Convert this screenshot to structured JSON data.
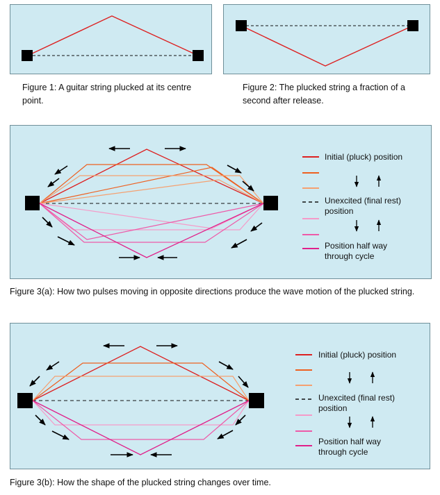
{
  "figure1": {
    "caption": "Figure 1: A guitar string plucked at its centre point."
  },
  "figure2": {
    "caption": "Figure 2: The plucked string a fraction of a second after release."
  },
  "figure3a": {
    "caption": "Figure 3(a): How two pulses moving in opposite directions produce the wave motion of the plucked string.",
    "legend": {
      "initial": "Initial (pluck) position",
      "unexcited_line1": "Unexcited (final rest)",
      "unexcited_line2": "position",
      "halfway_line1": "Position half way",
      "halfway_line2": "through cycle"
    }
  },
  "figure3b": {
    "caption": "Figure 3(b): How the shape of the plucked string changes over time.",
    "legend": {
      "initial": "Initial (pluck) position",
      "unexcited_line1": "Unexcited (final rest)",
      "unexcited_line2": "position",
      "halfway_line1": "Position half way",
      "halfway_line2": "through cycle"
    }
  },
  "colors": {
    "panel_bg": "#cfeaf2",
    "initial": "#dd2020",
    "step1": "#ee6020",
    "step2": "#f5a070",
    "rest": "#111111",
    "step4": "#f59ac8",
    "step5": "#ee5aa8",
    "halfway": "#e0208a"
  }
}
